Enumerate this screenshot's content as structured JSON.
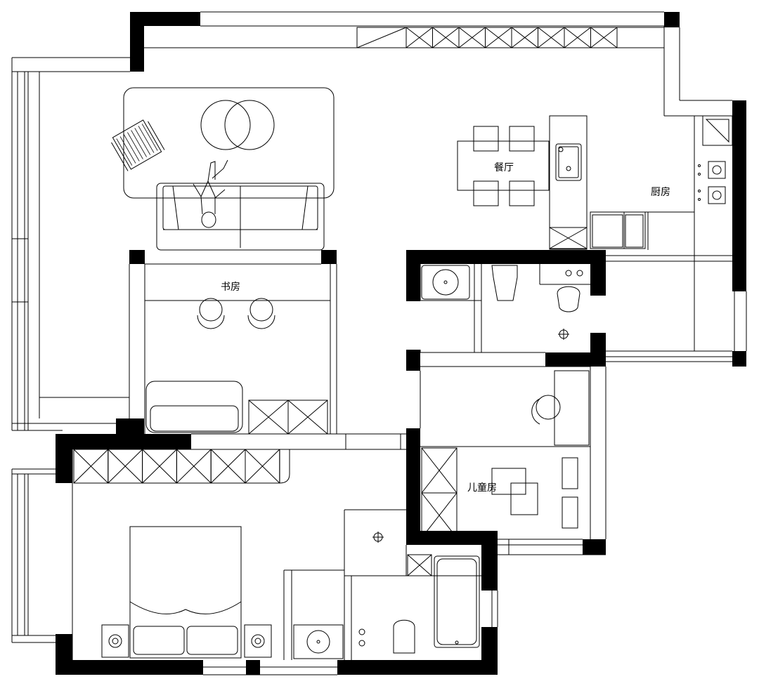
{
  "rooms": {
    "study": "书房",
    "dining": "餐厅",
    "kitchen": "厨房",
    "kids_room": "儿童房"
  },
  "colors": {
    "wall": "#000000",
    "line": "#000000",
    "background": "#ffffff"
  }
}
